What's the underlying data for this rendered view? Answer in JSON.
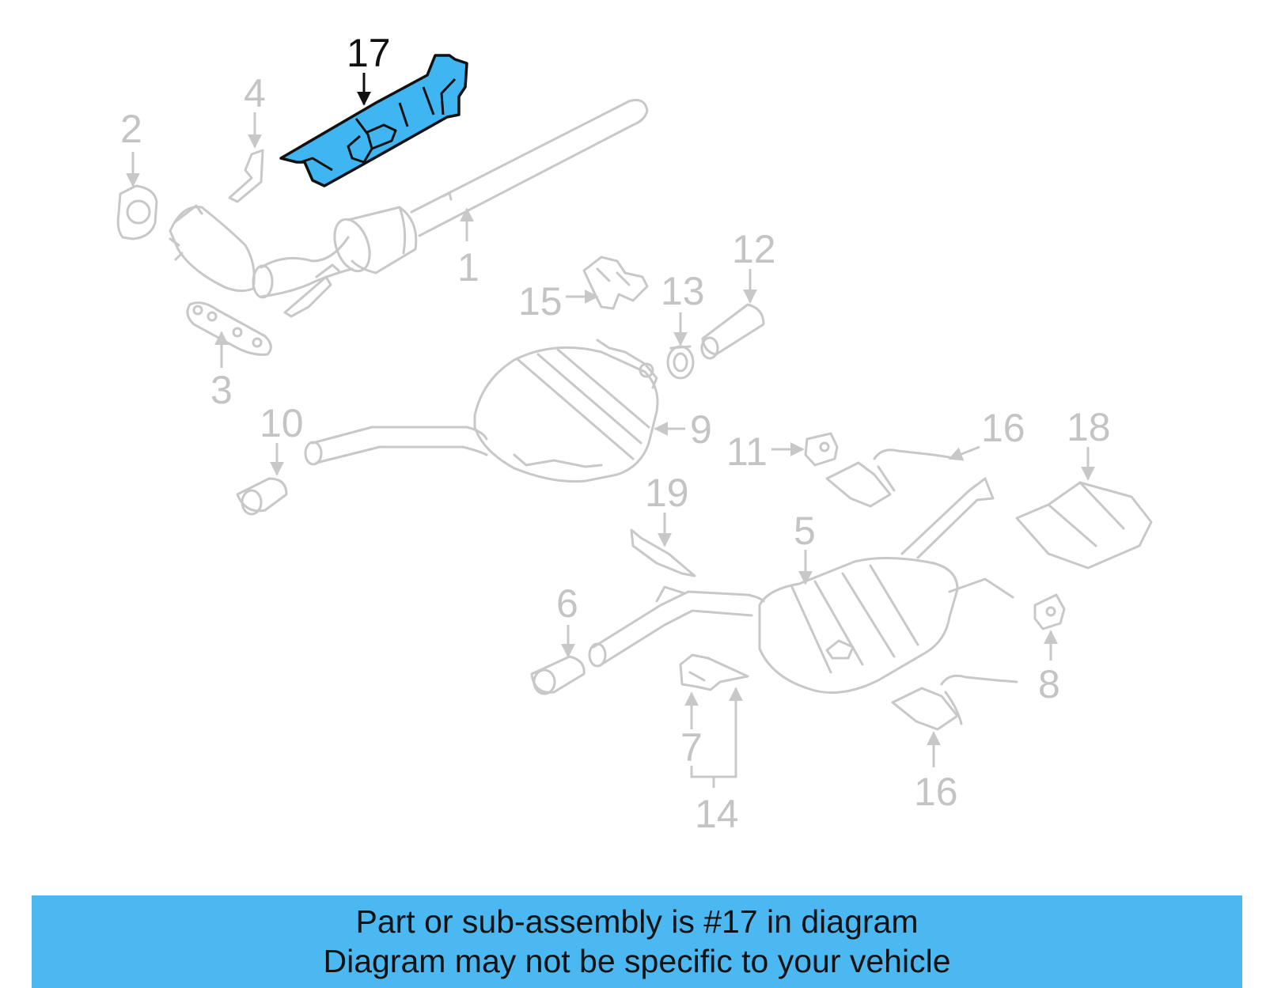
{
  "diagram": {
    "labels": {
      "p1": "1",
      "p2": "2",
      "p3": "3",
      "p4": "4",
      "p5": "5",
      "p6": "6",
      "p7": "7",
      "p8": "8",
      "p9": "9",
      "p10": "10",
      "p11": "11",
      "p12": "12",
      "p13": "13",
      "p14": "14",
      "p15": "15",
      "p16a": "16",
      "p16b": "16",
      "p17": "17",
      "p18": "18",
      "p19": "19"
    },
    "highlighted_part": "17",
    "colors": {
      "highlight": "#3fb6f2",
      "banner": "#4bb8f1",
      "faded": "#c8c8c8"
    }
  },
  "banner": {
    "line1": "Part or sub-assembly is #17 in diagram",
    "line2": "Diagram may not be specific to your vehicle"
  }
}
